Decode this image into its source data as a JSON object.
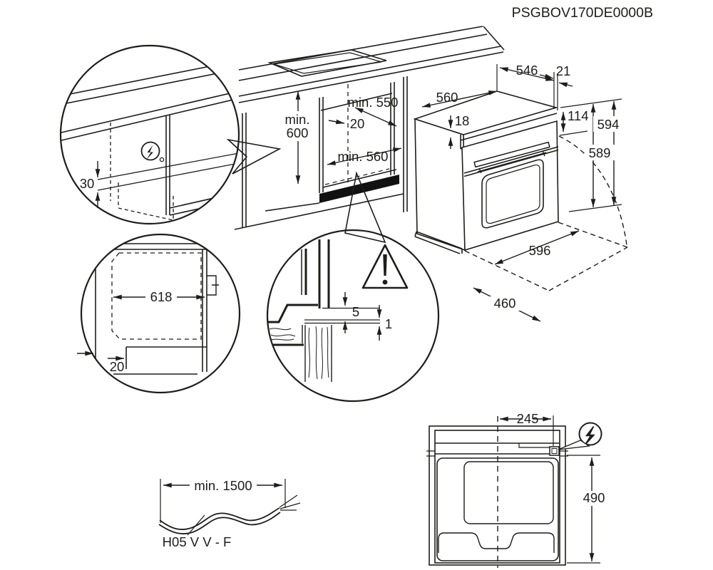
{
  "doc_code": "PSGBOV170DE0000B",
  "colors": {
    "line": "#1d1d1b",
    "background": "#ffffff",
    "shelf_shadow": "#111111"
  },
  "niche": {
    "min_depth_top": "min. 550",
    "rear_gap": "20",
    "min_height": [
      "min.",
      "600"
    ],
    "min_width_bottom": "min. 560",
    "cable_slot_offset": "30"
  },
  "oven": {
    "body_depth": "546",
    "door_thickness": "21",
    "body_width": "560",
    "top_inset": "18",
    "panel_height": "114",
    "height_total": "594",
    "height_front": "589",
    "front_width": "596",
    "door_open_depth": "460"
  },
  "cabinet_side_view": {
    "inner_depth": "618",
    "plinth_recess": "20"
  },
  "gap_detail": {
    "top_gap": "5",
    "front_gap": "1"
  },
  "mains_cable": {
    "min_length": "min. 1500",
    "cable_type": "H05 V V - F"
  },
  "top_view": {
    "connection_offset": "245",
    "connection_depth": "490"
  },
  "icons": {
    "electrical": "lightning-in-circle",
    "warning": "exclamation-triangle"
  }
}
